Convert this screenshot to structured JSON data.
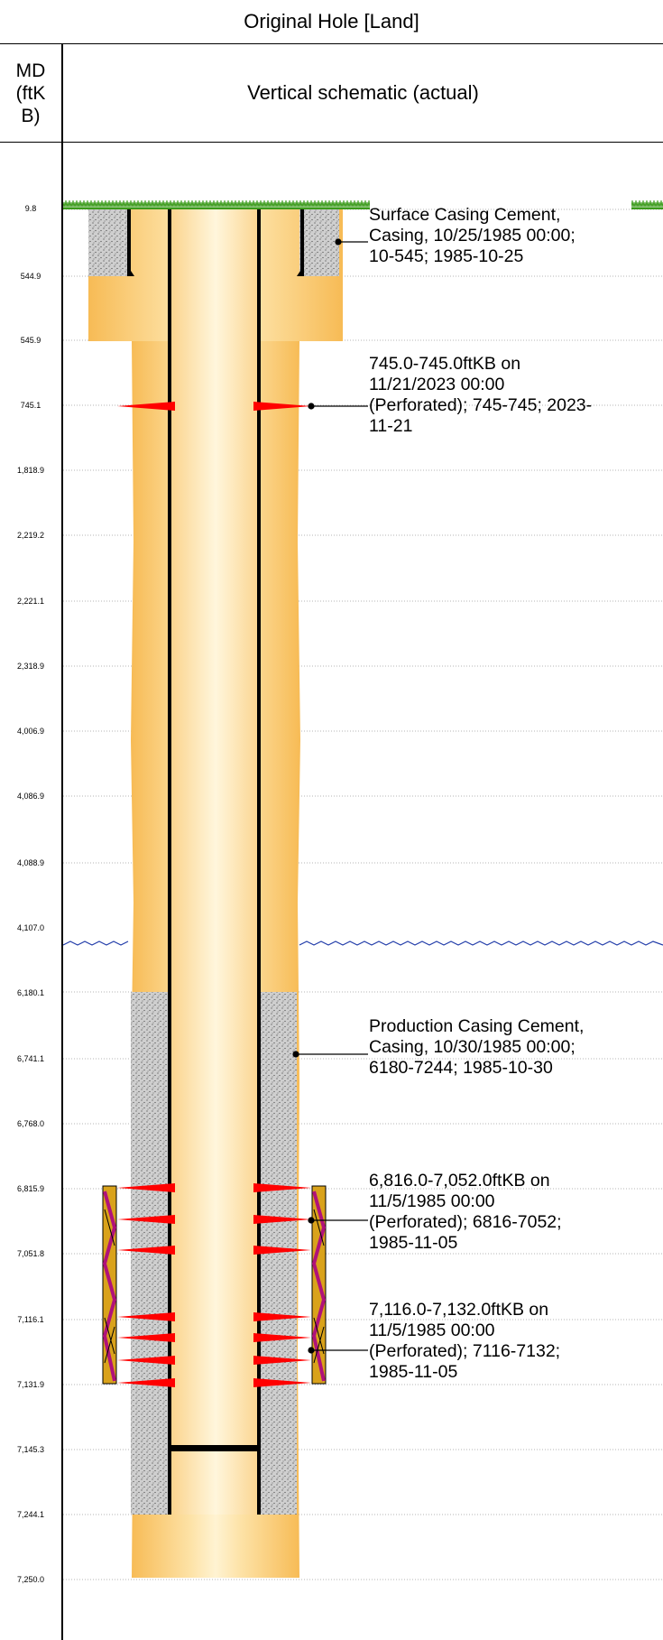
{
  "header": {
    "title": "Original Hole [Land]",
    "md_label": "MD (ftKB)",
    "schematic_label": "Vertical schematic (actual)"
  },
  "depth_labels": [
    "9.8",
    "544.9",
    "545.9",
    "745.1",
    "1,818.9",
    "2,219.2",
    "2,221.1",
    "2,318.9",
    "4,006.9",
    "4,086.9",
    "4,088.9",
    "4,107.0",
    "6,180.1",
    "6,741.1",
    "6,768.0",
    "6,815.9",
    "7,051.8",
    "7,116.1",
    "7,131.9",
    "7,145.3",
    "7,244.1",
    "7,250.0"
  ],
  "annotations": {
    "surface_cement": [
      "Surface Casing Cement,",
      "Casing, 10/25/1985 00:00;",
      "10-545; 1985-10-25"
    ],
    "perf_745": [
      "745.0-745.0ftKB on",
      "11/21/2023 00:00",
      "(Perforated); 745-745; 2023-",
      "11-21"
    ],
    "production_cement": [
      "Production Casing Cement,",
      "Casing, 10/30/1985 00:00;",
      "6180-7244; 1985-10-30"
    ],
    "perf_6816": [
      "6,816.0-7,052.0ftKB on",
      "11/5/1985 00:00",
      "(Perforated); 6816-7052;",
      "1985-11-05"
    ],
    "perf_7116": [
      "7,116.0-7,132.0ftKB on",
      "11/5/1985 00:00",
      "(Perforated); 7116-7132;",
      "1985-11-05"
    ]
  },
  "colors": {
    "hole_fill": "#fcd28c",
    "casing": "#000000",
    "cement": "#c9c9c9",
    "perforation": "#ff0000",
    "ground": "#3a9a1a",
    "water_line": "#1f3aa8",
    "perf_gun": "#d9a21b",
    "perf_charge": "#b0127a"
  }
}
